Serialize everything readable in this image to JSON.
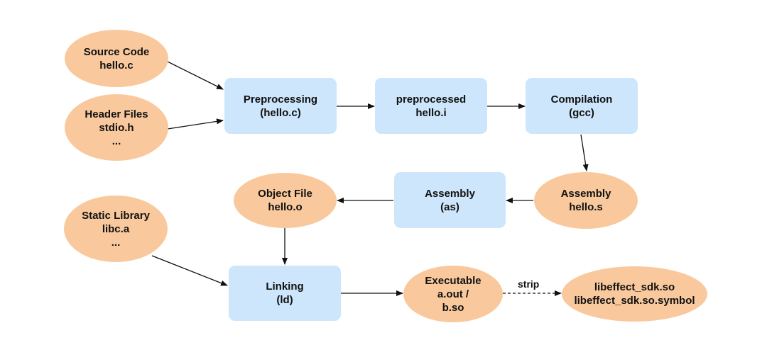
{
  "nodes": {
    "source_code": {
      "lines": [
        "Source Code",
        "hello.c"
      ]
    },
    "header_files": {
      "lines": [
        "Header Files",
        "stdio.h",
        "..."
      ]
    },
    "preprocessing": {
      "lines": [
        "Preprocessing",
        "(hello.c)"
      ]
    },
    "preprocessed": {
      "lines": [
        "preprocessed",
        "hello.i"
      ]
    },
    "compilation": {
      "lines": [
        "Compilation",
        "(gcc)"
      ]
    },
    "assembly_s": {
      "lines": [
        "Assembly",
        "hello.s"
      ]
    },
    "assembly_as": {
      "lines": [
        "Assembly",
        "(as)"
      ]
    },
    "object_file": {
      "lines": [
        "Object File",
        "hello.o"
      ]
    },
    "static_library": {
      "lines": [
        "Static Library",
        "libc.a",
        "..."
      ]
    },
    "linking": {
      "lines": [
        "Linking",
        "(ld)"
      ]
    },
    "executable": {
      "lines": [
        "Executable",
        "a.out /",
        "b.so"
      ]
    },
    "libeffect": {
      "lines": [
        "libeffect_sdk.so",
        "libeffect_sdk.so.symbol"
      ]
    }
  },
  "edges": {
    "strip_label": "strip"
  },
  "colors": {
    "ellipse_fill": "#f9c99d",
    "box_fill": "#cde6fb",
    "arrow": "#111111"
  }
}
